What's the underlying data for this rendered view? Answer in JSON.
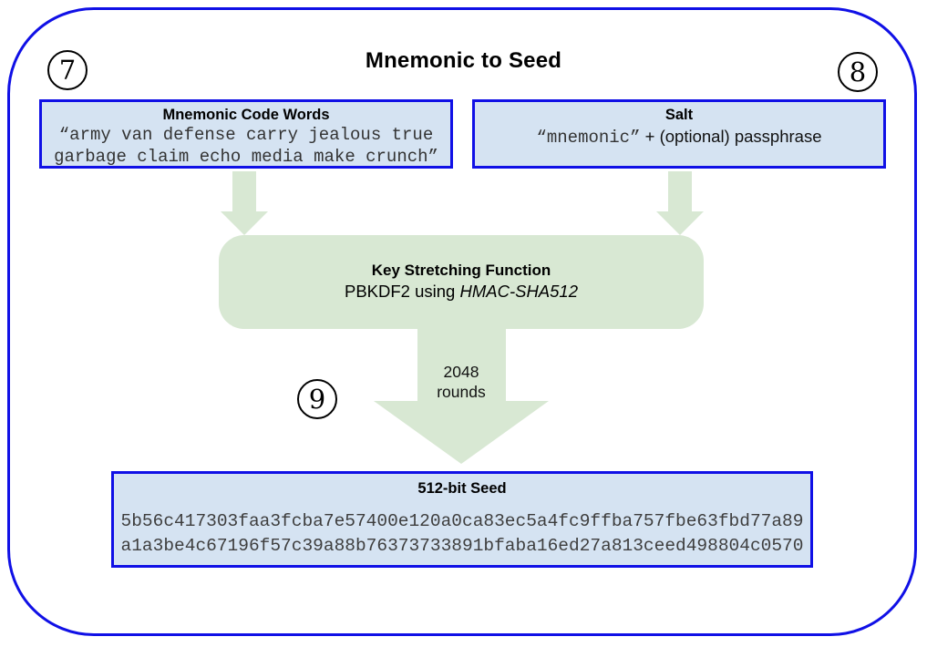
{
  "diagram": {
    "title": "Mnemonic to Seed",
    "markers": [
      "7",
      "8",
      "9"
    ],
    "mnemonic_box": {
      "title": "Mnemonic Code Words",
      "line1": "“army van defense carry jealous true",
      "line2": "garbage claim echo media make crunch”"
    },
    "salt_box": {
      "title": "Salt",
      "mono_part": "“mnemonic”",
      "plus": "+",
      "sans_part": "(optional) passphrase"
    },
    "ksf_box": {
      "title": "Key Stretching Function",
      "subtitle_prefix": "PBKDF2 using ",
      "subtitle_italic": "HMAC-SHA512"
    },
    "rounds_label": {
      "line1": "2048",
      "line2": "rounds"
    },
    "seed_box": {
      "title": "512-bit Seed",
      "hex_line1": "5b56c417303faa3fcba7e57400e120a0ca83ec5a4fc9ffba757fbe63fbd77a89",
      "hex_line2": "a1a3be4c67196f57c39a88b76373733891bfaba16ed27a813ceed498804c0570"
    },
    "colors": {
      "border_blue": "#1010e6",
      "fill_blue": "#d5e3f2",
      "green": "#d8e8d3"
    }
  }
}
